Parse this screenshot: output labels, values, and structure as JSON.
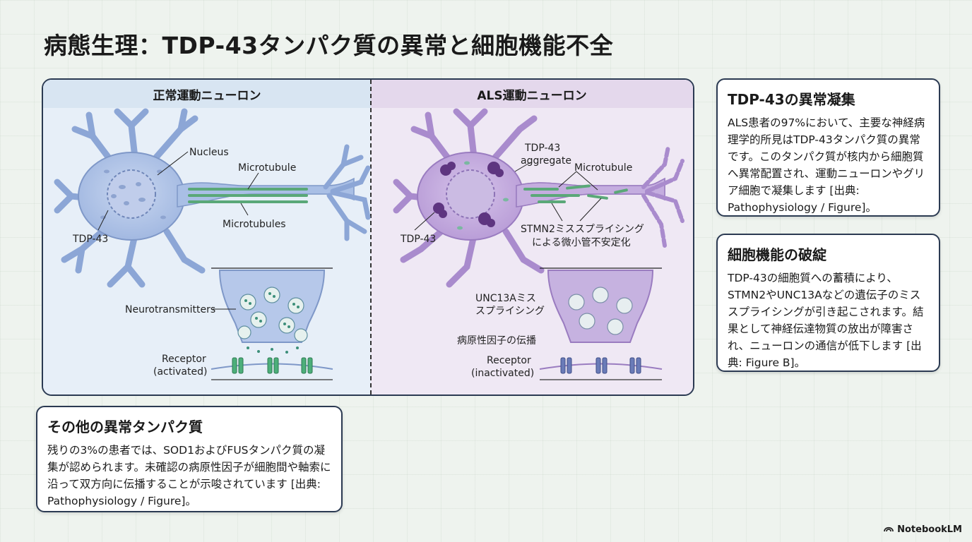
{
  "title": "病態生理：TDP-43タンパク質の異常と細胞機能不全",
  "figure": {
    "left_panel": {
      "header": "正常運動ニューロン",
      "labels": {
        "nucleus": "Nucleus",
        "microtubule": "Microtubule",
        "microtubules": "Microtubules",
        "tdp43": "TDP-43",
        "neurotransmitters": "Neurotransmitters",
        "receptor_line1": "Receptor",
        "receptor_line2": "(activated)"
      }
    },
    "right_panel": {
      "header": "ALS運動ニューロン",
      "labels": {
        "aggregate_line1": "TDP-43",
        "aggregate_line2": "aggregate",
        "microtubule": "Microtubule",
        "tdp43": "TDP-43",
        "stmn2_line1": "STMN2ミススプライシング",
        "stmn2_line2": "による微小管不安定化",
        "unc13a_line1": "UNC13Aミス",
        "unc13a_line2": "スプライシング",
        "propagation": "病原性因子の伝播",
        "receptor_line1": "Receptor",
        "receptor_line2": "(inactivated)"
      }
    }
  },
  "cards": {
    "aggregation": {
      "title": "TDP-43の異常凝集",
      "body": "ALS患者の97%において、主要な神経病理学的所見はTDP-43タンパク質の異常です。このタンパク質が核内から細胞質へ異常配置され、運動ニューロンやグリア細胞で凝集します [出典: Pathophysiology / Figure]。"
    },
    "disruption": {
      "title": "細胞機能の破綻",
      "body": "TDP-43の細胞質への蓄積により、STMN2やUNC13Aなどの遺伝子のミススプライシングが引き起こされます。結果として神経伝達物質の放出が障害され、ニューロンの通信が低下します [出典: Figure B]。"
    },
    "other": {
      "title": "その他の異常タンパク質",
      "body": "残りの3%の患者では、SOD1およびFUSタンパク質の凝集が認められます。未確認の病原性因子が細胞間や軸索に沿って双方向に伝播することが示唆されています [出典: Pathophysiology / Figure]。"
    }
  },
  "brand": "NotebookLM",
  "colors": {
    "border": "#2b3a52",
    "normal_neuron": "#9fb6e0",
    "als_neuron": "#b79ad6",
    "aggregate": "#6a3a86",
    "microtubule": "#5aa878",
    "receptor_active": "#4caf7a",
    "receptor_inactive": "#6a7bb8"
  }
}
